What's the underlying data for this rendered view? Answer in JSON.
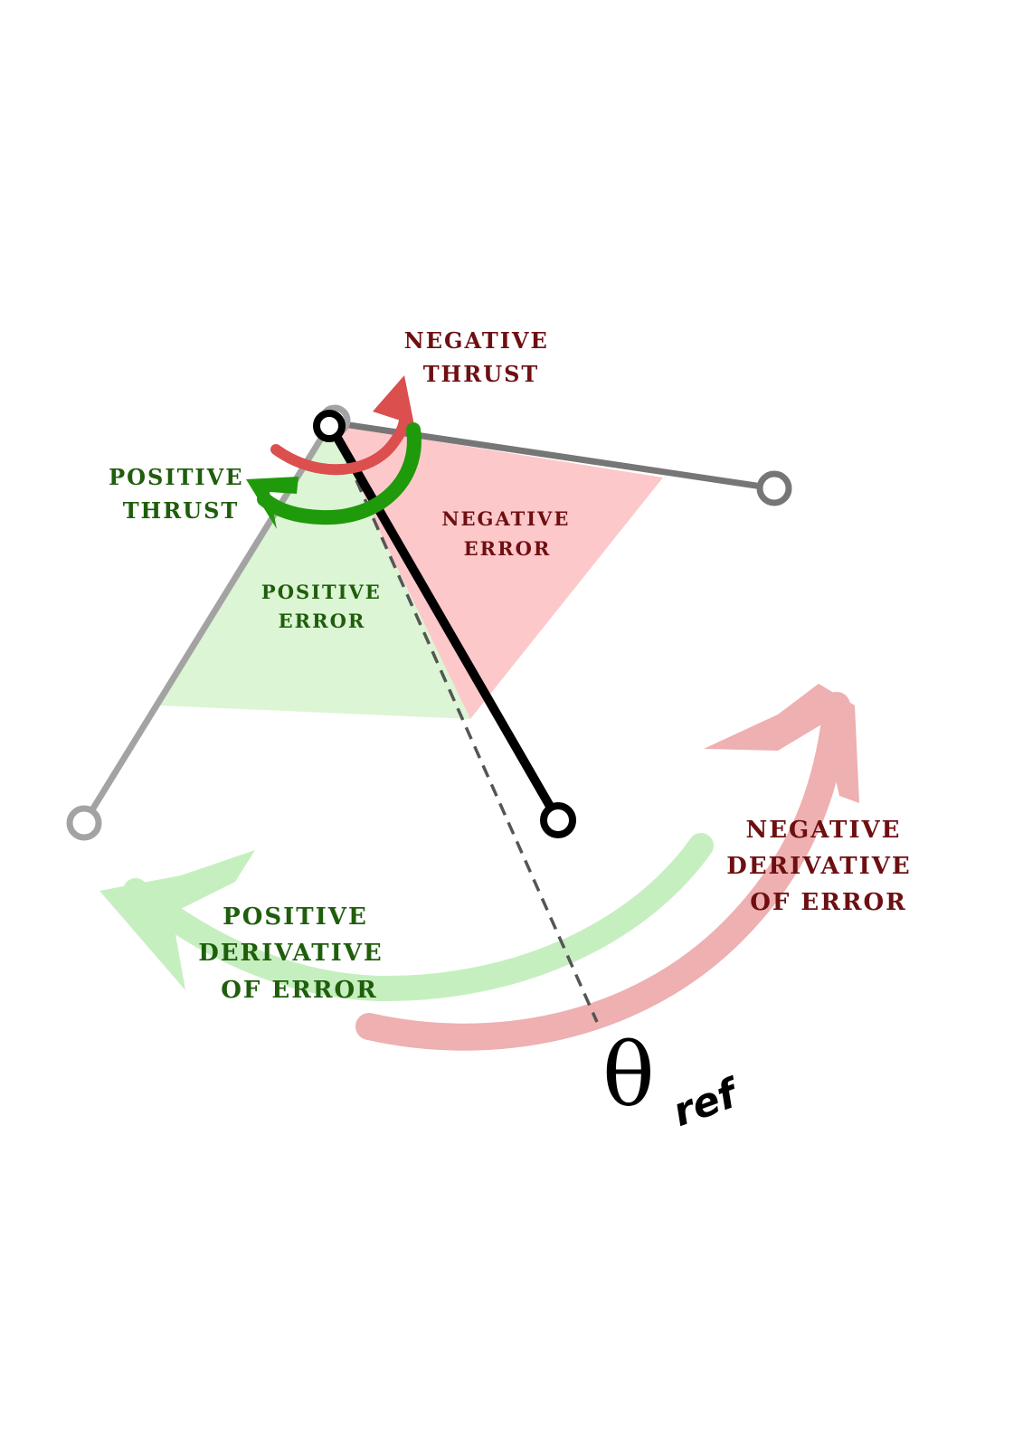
{
  "labels": {
    "negative_thrust": [
      "NEGATIVE",
      "THRUST"
    ],
    "positive_thrust": [
      "POSITIVE",
      "THRUST"
    ],
    "negative_error": [
      "NEGATIVE",
      "ERROR"
    ],
    "positive_error": [
      "POSITIVE",
      "ERROR"
    ],
    "positive_derivative": [
      "POSITIVE",
      "DERIVATIVE",
      "OF ERROR"
    ],
    "negative_derivative": [
      "NEGATIVE",
      "DERIVATIVE",
      "OF ERROR"
    ],
    "reference_symbol": "θ",
    "reference_subscript": "ref"
  },
  "colors": {
    "positive_text": "#1f5e0c",
    "negative_text": "#6e0f12",
    "positive_fill": "#dcf5d4",
    "negative_fill": "#fdc8ca",
    "positive_thrust_arrow": "#1f9a0a",
    "negative_thrust_arrow": "#db4f4f",
    "positive_derivative_arrow": "#c6efc0",
    "negative_derivative_arrow": "#eeb0b1",
    "pendulum_gray": "#a3a3a3",
    "pendulum_dark_gray": "#767676",
    "pendulum_black": "#000000",
    "reference_line": "#555555"
  }
}
